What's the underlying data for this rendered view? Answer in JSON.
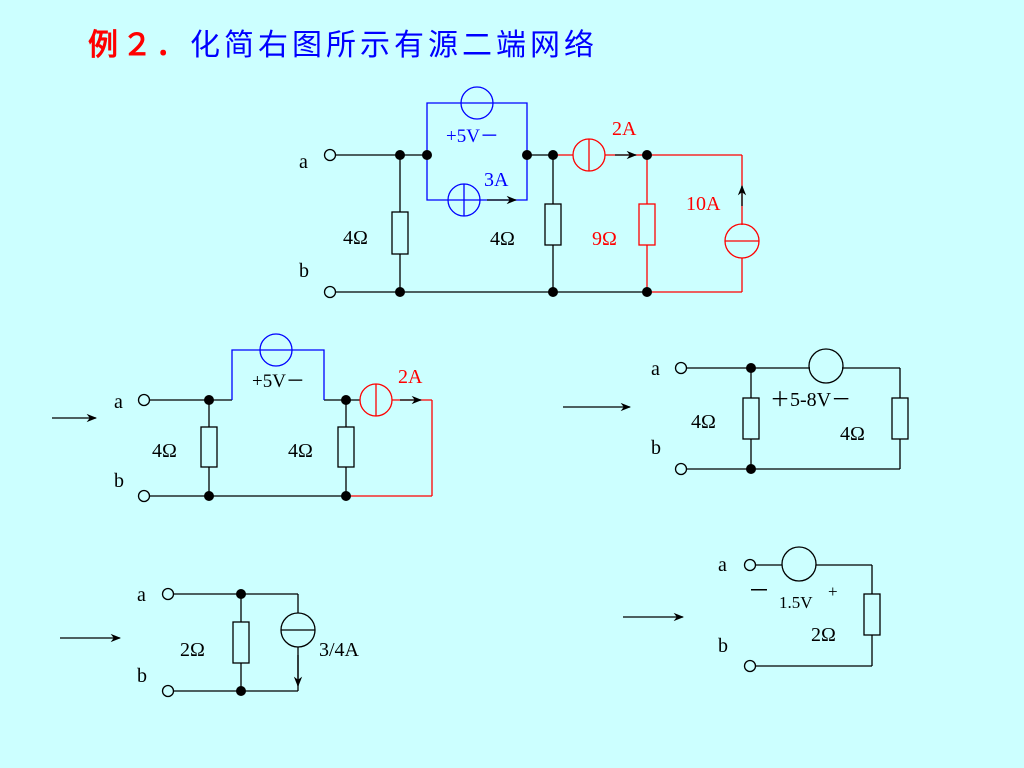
{
  "title": {
    "example_label": "例２．",
    "text": "化简右图所示有源二端网络"
  },
  "colors": {
    "background": "#ccffff",
    "black": "#000000",
    "blue": "#0000ff",
    "red": "#ff0000"
  },
  "circuit1": {
    "terminal_a": "a",
    "terminal_b": "b",
    "r_left": "4Ω",
    "r_mid": "4Ω",
    "r_right": "9Ω",
    "vs_label": "+5V－",
    "cs_blue": "3A",
    "cs_top": "2A",
    "cs_right": "10A"
  },
  "circuit2": {
    "terminal_a": "a",
    "terminal_b": "b",
    "r_left": "4Ω",
    "r_right": "4Ω",
    "vs_label": "+5V－",
    "cs": "2A"
  },
  "circuit3": {
    "terminal_a": "a",
    "terminal_b": "b",
    "r_left": "4Ω",
    "r_right": "4Ω",
    "vs_label": "＋5-8V－"
  },
  "circuit4": {
    "terminal_a": "a",
    "terminal_b": "b",
    "r": "2Ω",
    "cs": "3/4A"
  },
  "circuit5": {
    "terminal_a": "a",
    "terminal_b": "b",
    "vs_minus": "－",
    "vs_value": "1.5V",
    "vs_plus": "+",
    "r": "2Ω"
  }
}
